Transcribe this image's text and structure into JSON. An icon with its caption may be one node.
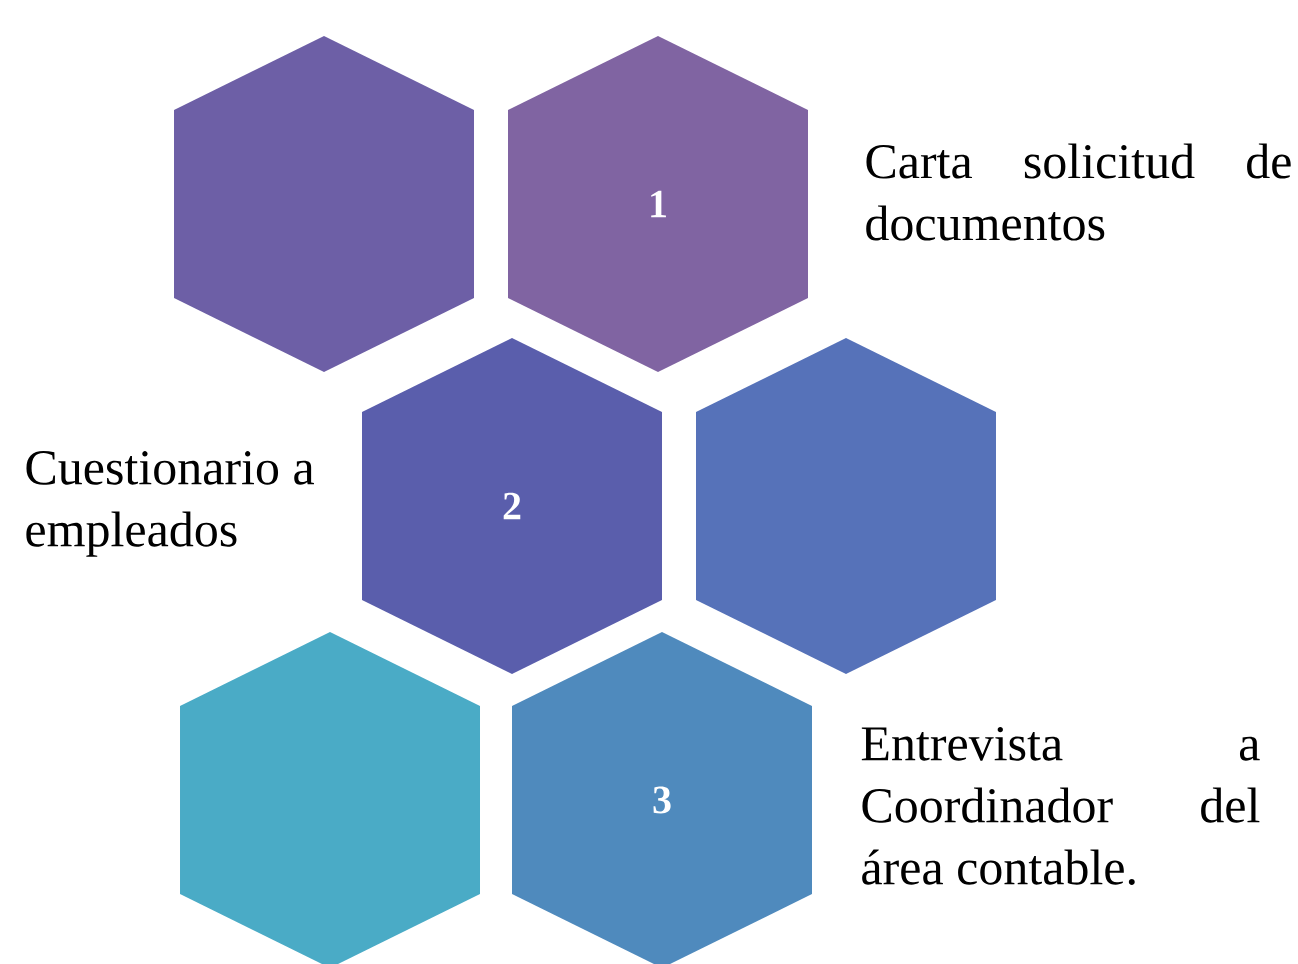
{
  "diagram": {
    "nodes": [
      {
        "text": [],
        "shape": "hexagon"
      },
      {
        "text": [
          "1"
        ],
        "beside": [
          "Carta solicitud de documentos"
        ]
      },
      {
        "text": [
          "2"
        ],
        "beside": [
          "Cuestionario a empleados"
        ]
      },
      {
        "text": [],
        "shape": "hexagon"
      },
      {
        "text": [],
        "shape": "hexagon"
      },
      {
        "text": [
          "3"
        ],
        "beside": [
          "Entrevista a Coordinador del área contable."
        ]
      }
    ]
  }
}
